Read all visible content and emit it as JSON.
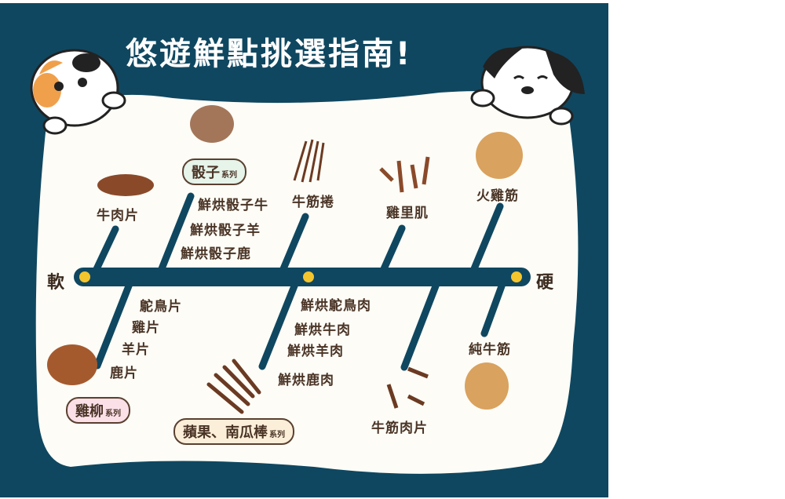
{
  "title": "悠遊鮮點挑選指南!",
  "axis": {
    "soft": "軟",
    "hard": "硬"
  },
  "series": {
    "dice": {
      "name": "骰子",
      "suffix": "系列",
      "items": [
        "鮮烘骰子牛",
        "鮮烘骰子羊",
        "鮮烘骰子鹿"
      ]
    },
    "chicken": {
      "name": "雞柳",
      "suffix": "系列",
      "items": [
        "鴕鳥片",
        "雞片",
        "羊片",
        "鹿片"
      ]
    },
    "stick": {
      "name": "蘋果、南瓜棒",
      "suffix": "系列",
      "items": [
        "鮮烘鴕鳥肉",
        "鮮烘牛肉",
        "鮮烘羊肉",
        "鮮烘鹿肉"
      ]
    }
  },
  "top_items": [
    "牛肉片",
    "牛筋捲",
    "雞里肌",
    "火雞筋"
  ],
  "bottom_items": [
    "牛筋肉片",
    "純牛筋"
  ],
  "colors": {
    "navy": "#0f4760",
    "yellow": "#f5c52d",
    "cream": "#fdfcf6"
  }
}
